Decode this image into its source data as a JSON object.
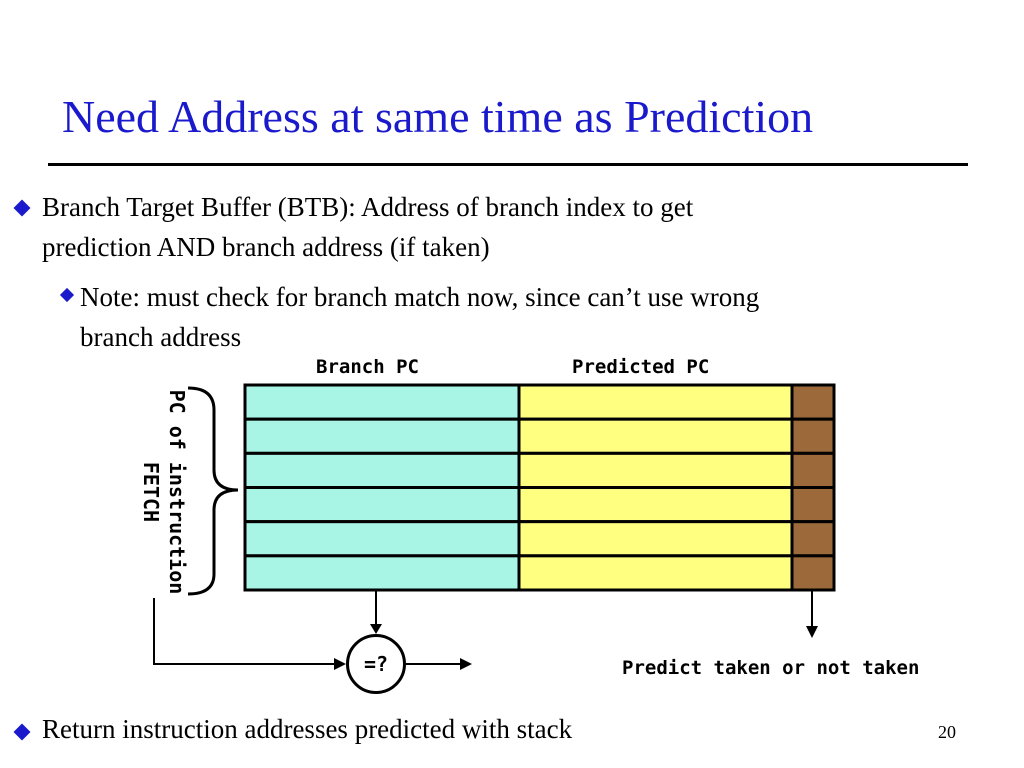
{
  "slide": {
    "title": "Need Address at same time as Prediction",
    "bullets": [
      {
        "text_line1": "Branch Target Buffer (BTB): Address of branch index to get",
        "text_line2": "prediction AND branch address (if taken)"
      },
      {
        "text_line1": "Note: must check for branch match now, since can’t use wrong",
        "text_line2": "branch address"
      }
    ],
    "bottom_bullet": "Return instruction addresses predicted with stack",
    "page_number": "20"
  },
  "diagram": {
    "column_headers": {
      "branch_pc": "Branch PC",
      "predicted_pc": "Predicted PC"
    },
    "side_label_line1": "PC of instruction",
    "side_label_line2": "FETCH",
    "compare_label": "=?",
    "output_label": "Predict taken or not taken",
    "row_count": 6,
    "colors": {
      "branch_pc_cell": "#a8f5e6",
      "predicted_pc_cell": "#ffff80",
      "prediction_bits_cell": "#9c6a3a",
      "title": "#1a1acc",
      "bullet": "#1a1acc"
    }
  }
}
